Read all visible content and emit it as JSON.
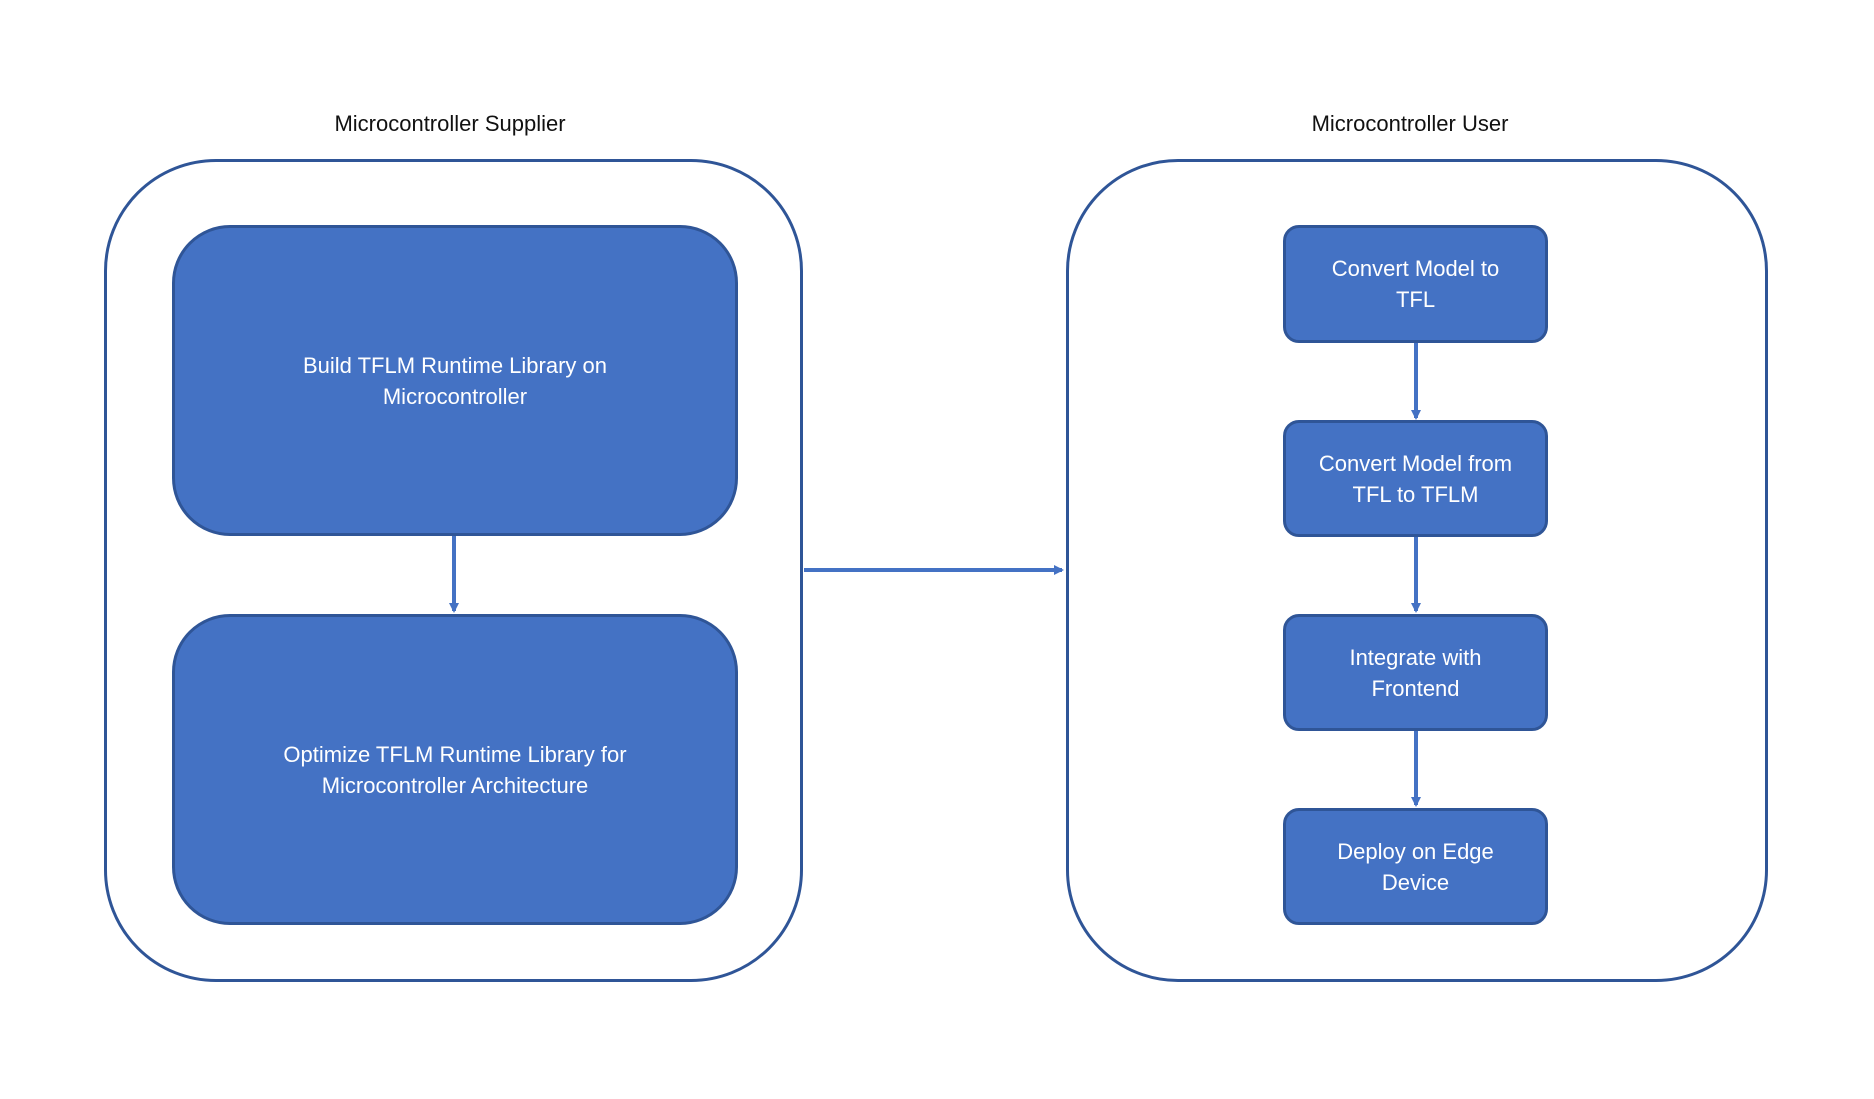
{
  "supplier": {
    "title": "Microcontroller Supplier",
    "steps": [
      "Build TFLM Runtime Library on Microcontroller",
      "Optimize TFLM Runtime Library for Microcontroller Architecture"
    ]
  },
  "user": {
    "title": "Microcontroller User",
    "steps": [
      "Convert Model to TFL",
      "Convert Model from TFL to TFLM",
      "Integrate with Frontend",
      "Deploy on Edge Device"
    ]
  },
  "colors": {
    "node_fill": "#4472C4",
    "border": "#2F5597",
    "arrow": "#4472C4"
  }
}
